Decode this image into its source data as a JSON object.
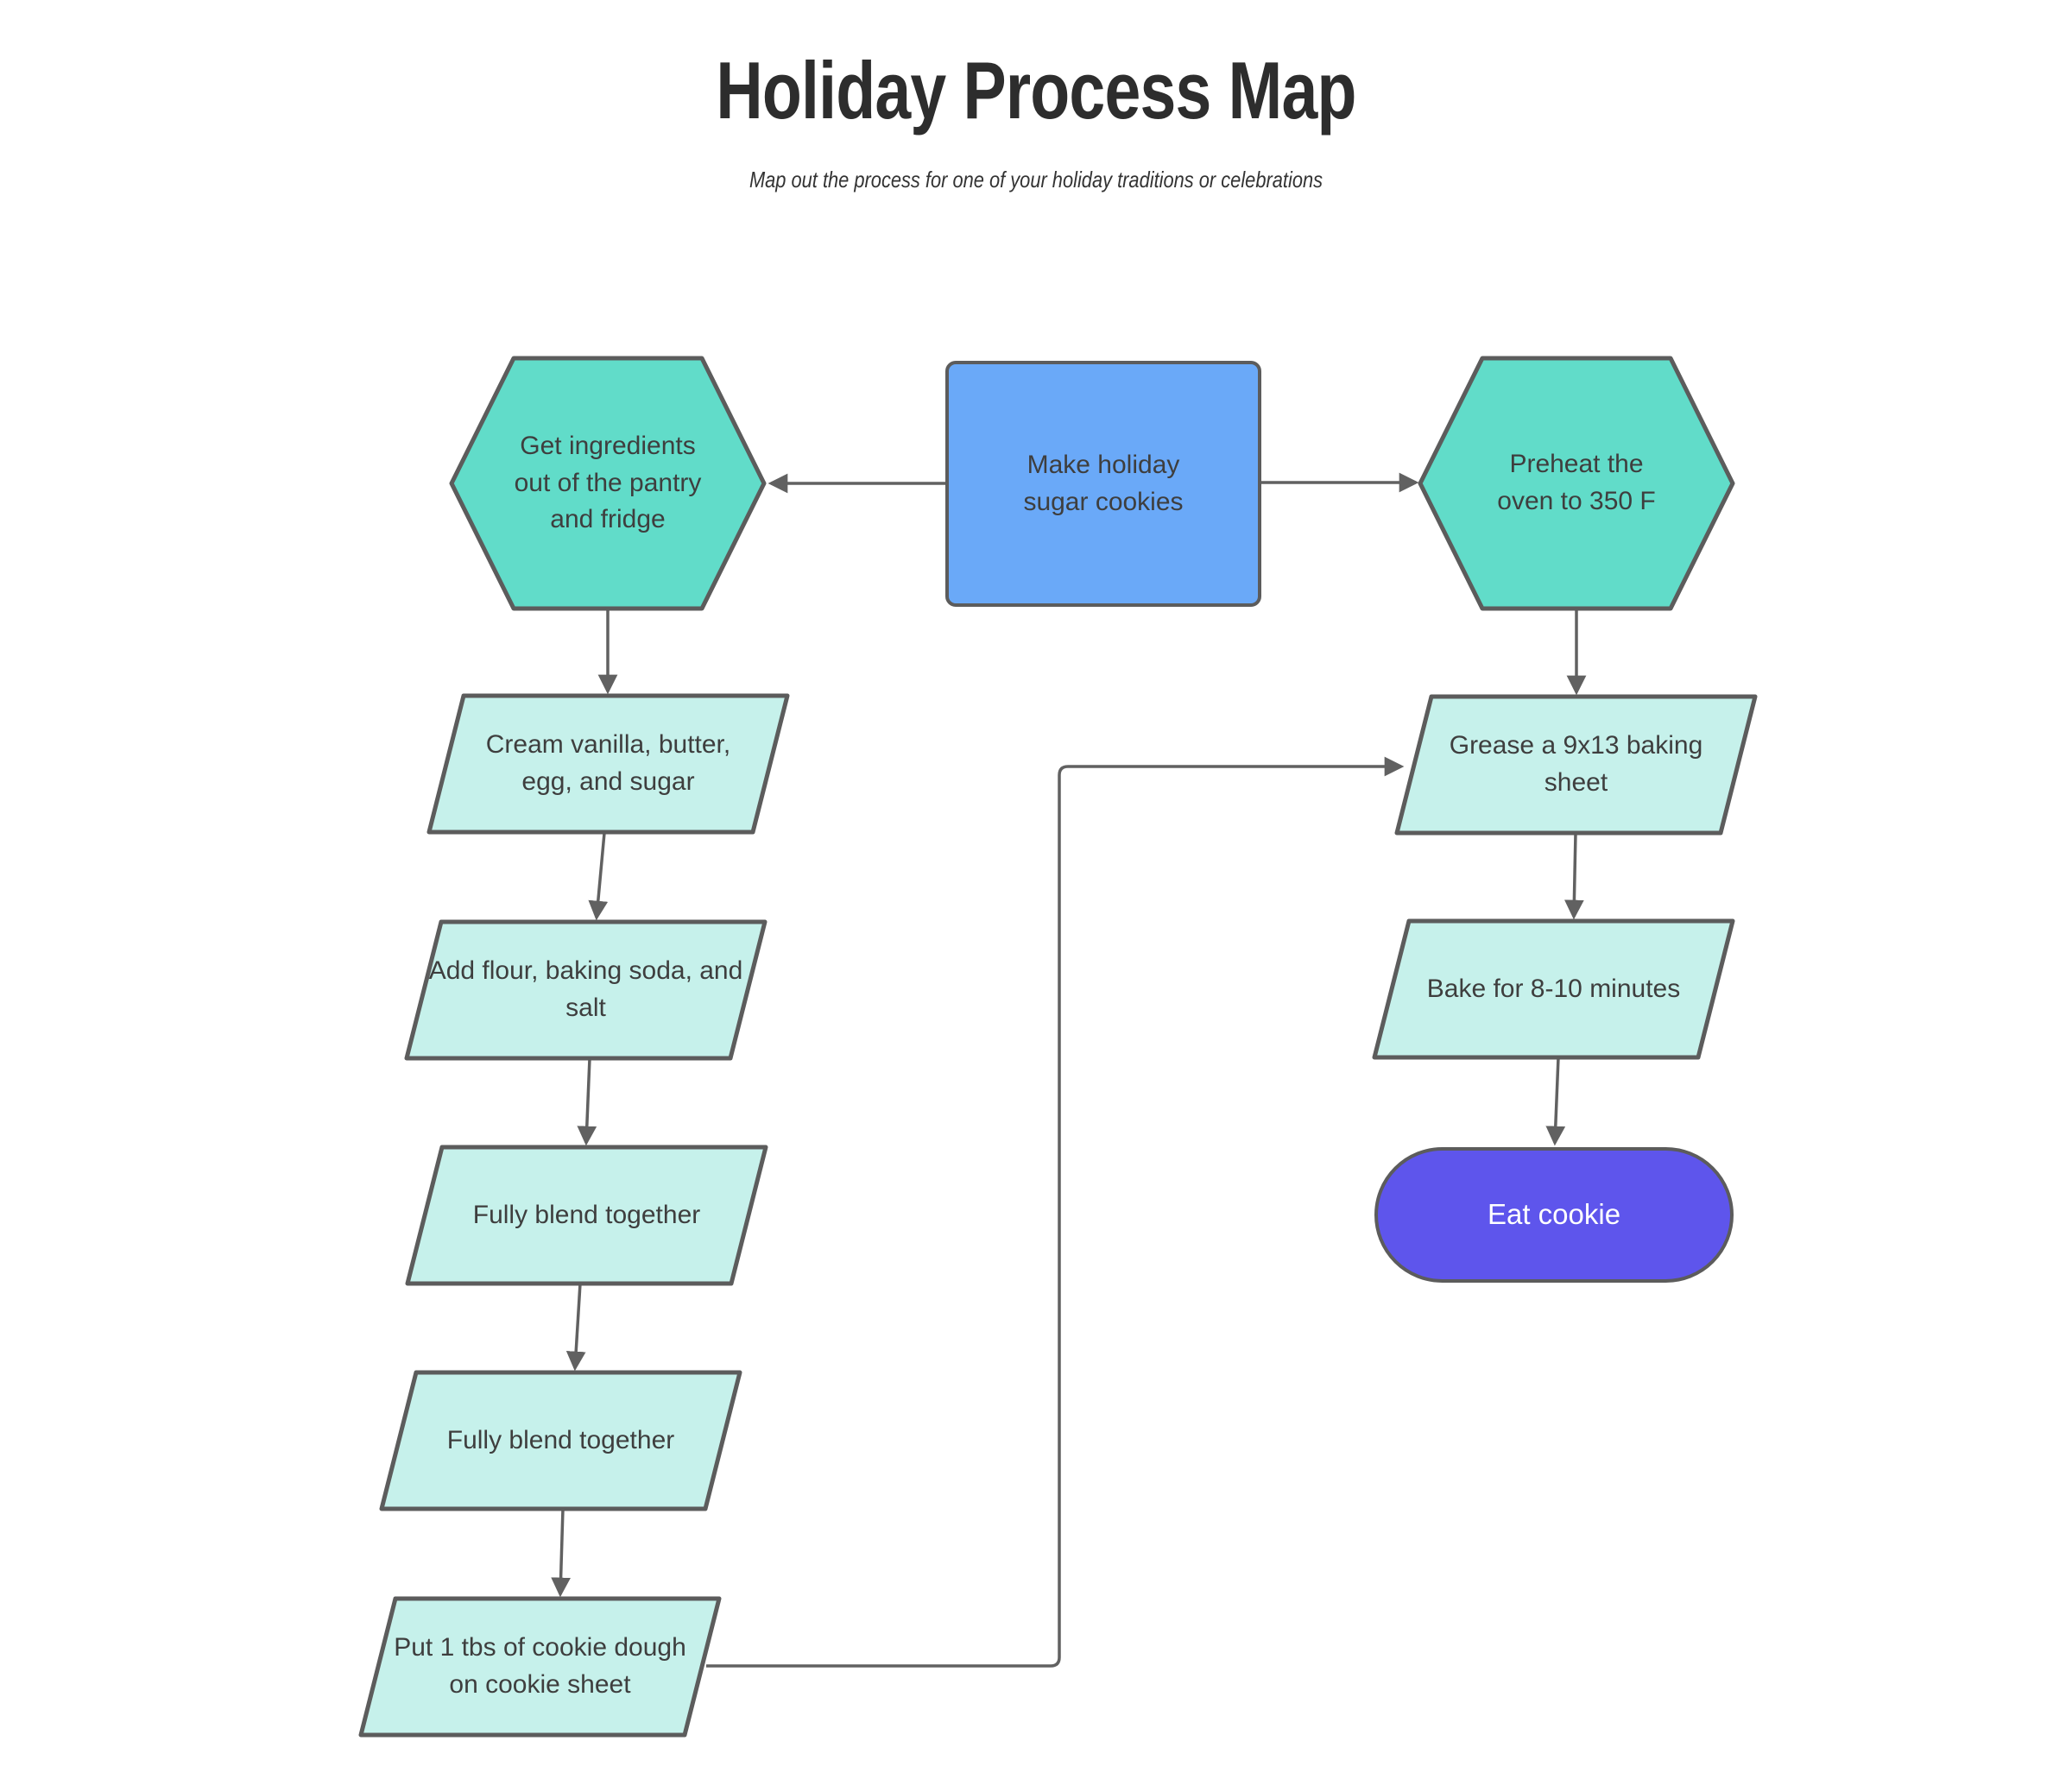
{
  "page": {
    "title": "Holiday Process Map",
    "subtitle": "Map out the process for one of your holiday traditions or celebrations"
  },
  "colors": {
    "title_text": "#2d2d2d",
    "subtitle_text": "#333333",
    "node_text": "#3e3e3e",
    "terminator_text": "#ffffff",
    "hexagon_fill": "#61dcc9",
    "parallelogram_fill": "#c6f1eb",
    "rect_fill": "#6aa9f8",
    "terminator_fill": "#5e55ec",
    "shape_border": "#5c5c5c",
    "connector": "#616161"
  },
  "nodes": {
    "start": {
      "label": "Make holiday sugar cookies",
      "shape": "rounded-rectangle"
    },
    "get_ingredients": {
      "label": "Get ingredients out of the pantry and fridge",
      "shape": "hexagon"
    },
    "preheat_oven": {
      "label": "Preheat the oven to 350 F",
      "shape": "hexagon"
    },
    "cream": {
      "label": "Cream vanilla, butter, egg, and sugar",
      "shape": "parallelogram"
    },
    "add_flour": {
      "label": "Add flour, baking soda, and salt",
      "shape": "parallelogram"
    },
    "blend_1": {
      "label": "Fully blend together",
      "shape": "parallelogram"
    },
    "blend_2": {
      "label": "Fully blend together",
      "shape": "parallelogram"
    },
    "put_dough": {
      "label": "Put 1 tbs of cookie dough on cookie sheet",
      "shape": "parallelogram"
    },
    "grease": {
      "label": "Grease a 9x13 baking sheet",
      "shape": "parallelogram"
    },
    "bake": {
      "label": "Bake for 8-10 minutes",
      "shape": "parallelogram"
    },
    "eat": {
      "label": "Eat cookie",
      "shape": "terminator"
    }
  },
  "edges": [
    {
      "from": "start",
      "to": "get_ingredients"
    },
    {
      "from": "start",
      "to": "preheat_oven"
    },
    {
      "from": "get_ingredients",
      "to": "cream"
    },
    {
      "from": "cream",
      "to": "add_flour"
    },
    {
      "from": "add_flour",
      "to": "blend_1"
    },
    {
      "from": "blend_1",
      "to": "blend_2"
    },
    {
      "from": "blend_2",
      "to": "put_dough"
    },
    {
      "from": "put_dough",
      "to": "grease"
    },
    {
      "from": "preheat_oven",
      "to": "grease"
    },
    {
      "from": "grease",
      "to": "bake"
    },
    {
      "from": "bake",
      "to": "eat"
    }
  ]
}
